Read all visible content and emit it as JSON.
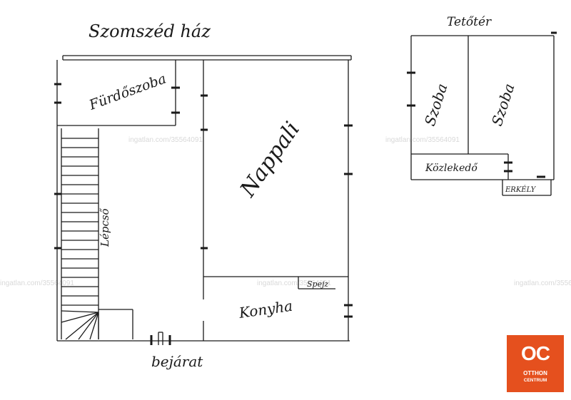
{
  "labels": {
    "neighbor_house": "Szomszéd ház",
    "attic": "Tetőtér",
    "bathroom": "Fürdőszoba",
    "living_room": "Nappali",
    "staircase": "Lépcső",
    "kitchen": "Konyha",
    "pantry": "Spejz",
    "entrance": "bejárat",
    "room_1": "Szoba",
    "room_2": "Szoba",
    "corridor": "Közlekedő",
    "balcony": "ERKÉLY"
  },
  "watermark": "ingatlan.com/35564091",
  "logo": {
    "mark": "OC",
    "line1": "OTTHON",
    "line2": "CENTRUM",
    "color": "#e5501e"
  }
}
